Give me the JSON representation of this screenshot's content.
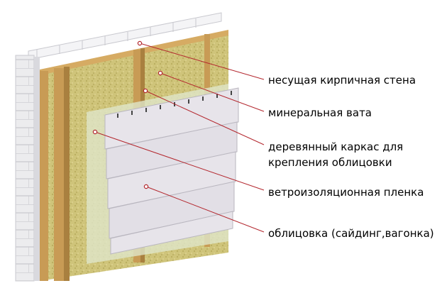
{
  "diagram": {
    "labels": [
      {
        "id": "lbl-0",
        "text": "несущая кирпичная стена",
        "line2": ""
      },
      {
        "id": "lbl-1",
        "text": "минеральная вата",
        "line2": ""
      },
      {
        "id": "lbl-2",
        "text": "деревянный каркас для",
        "line2": "крепления облицовки"
      },
      {
        "id": "lbl-3",
        "text": "ветроизоляционная пленка",
        "line2": ""
      },
      {
        "id": "lbl-4",
        "text": "облицовка (сайдинг,вагонка)",
        "line2": ""
      }
    ],
    "colors": {
      "brick": "#ececee",
      "brick_mortar": "#c9c9cf",
      "mineral_wool": "#cfc47a",
      "wood": "#c89b55",
      "wind_film": "#dfe6c9",
      "siding": "#e7e4ea",
      "leader_line": "#b3262d"
    }
  }
}
